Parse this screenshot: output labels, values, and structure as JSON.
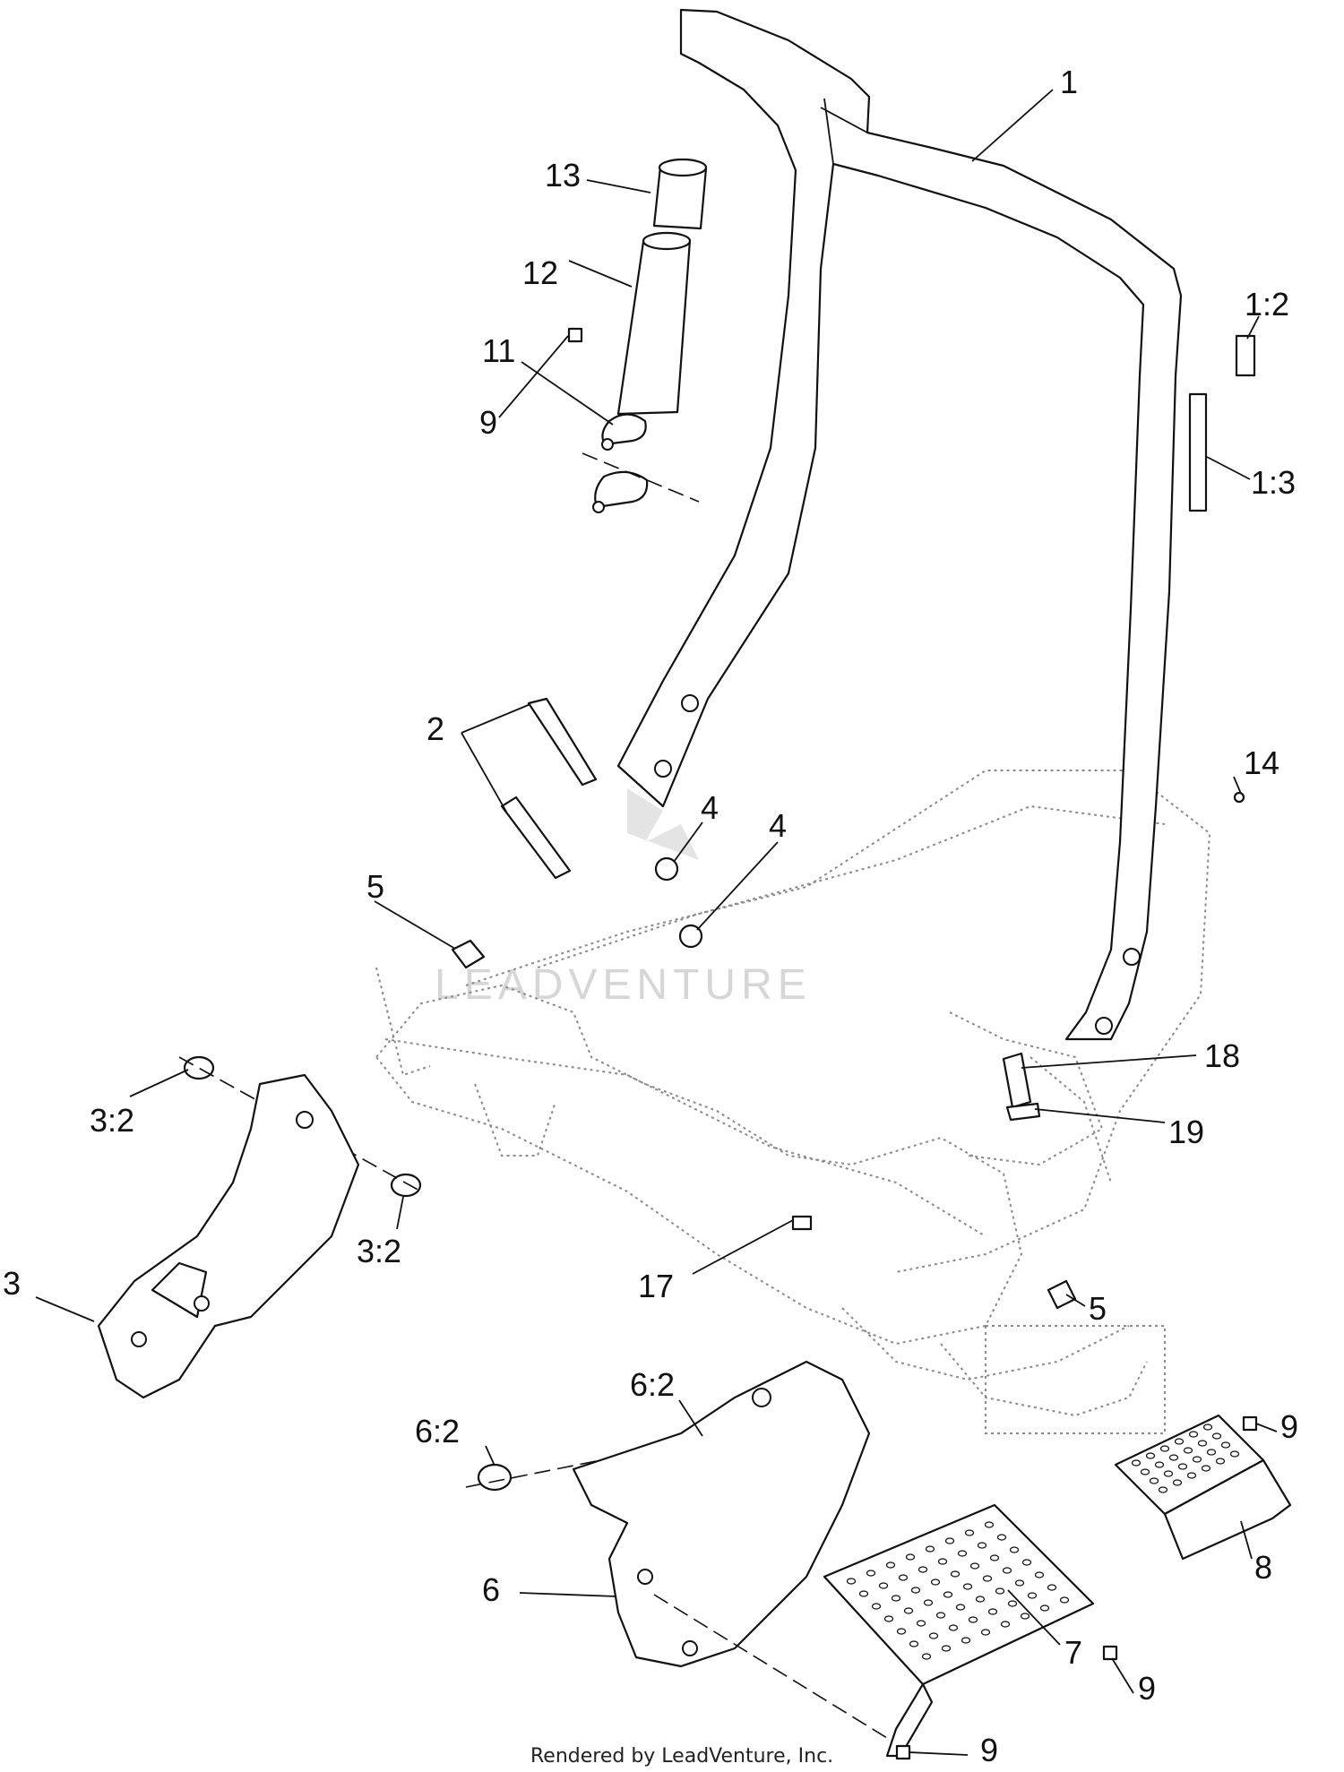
{
  "callouts": {
    "c1": "1",
    "c1_2": "1:2",
    "c1_3": "1:3",
    "c2": "2",
    "c3": "3",
    "c3_2a": "3:2",
    "c3_2b": "3:2",
    "c4a": "4",
    "c4b": "4",
    "c5a": "5",
    "c5b": "5",
    "c6": "6",
    "c6_2a": "6:2",
    "c6_2b": "6:2",
    "c7": "7",
    "c8": "8",
    "c9a": "9",
    "c9b": "9",
    "c9c": "9",
    "c9d": "9",
    "c11": "11",
    "c12": "12",
    "c13": "13",
    "c14": "14",
    "c17": "17",
    "c18": "18",
    "c19": "19"
  },
  "watermark": "LEADVENTURE",
  "footer": "Rendered by LeadVenture, Inc."
}
